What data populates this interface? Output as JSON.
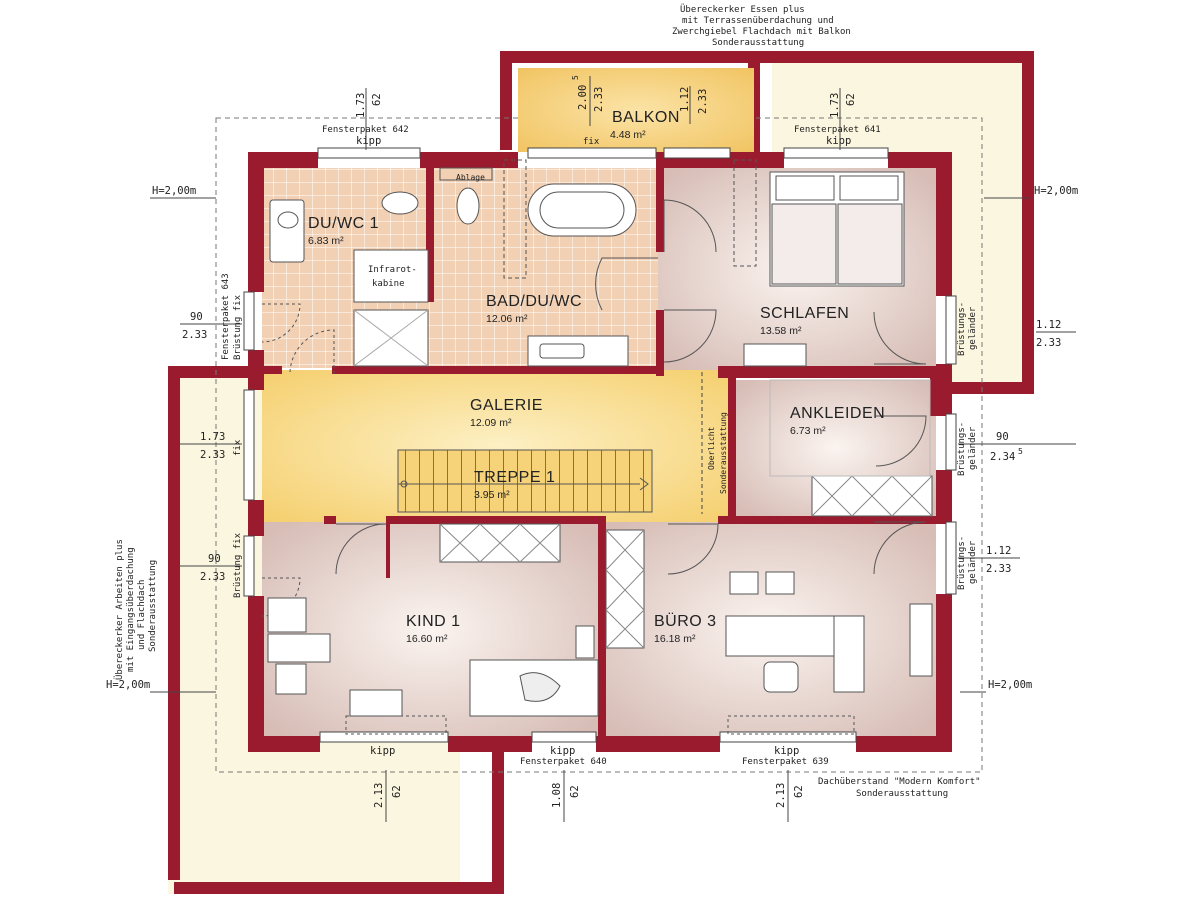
{
  "rooms": {
    "duwc": {
      "name": "DU/WC 1",
      "area": "6.83 m²"
    },
    "bad": {
      "name": "BAD/DU/WC",
      "area": "12.06 m²"
    },
    "schlafen": {
      "name": "SCHLAFEN",
      "area": "13.58 m²"
    },
    "balkon": {
      "name": "BALKON",
      "area": "4.48 m²"
    },
    "galerie": {
      "name": "GALERIE",
      "area": "12.09 m²"
    },
    "treppe": {
      "name": "TREPPE 1",
      "area": "3.95 m²"
    },
    "ankleiden": {
      "name": "ANKLEIDEN",
      "area": "6.73 m²"
    },
    "kind": {
      "name": "KIND 1",
      "area": "16.60 m²"
    },
    "buero": {
      "name": "BÜRO 3",
      "area": "16.18 m²"
    }
  },
  "labels": {
    "infrarot1": "Infrarot-",
    "infrarot2": "kabine",
    "ablage": "Ablage",
    "fix": "fix",
    "kipp": "kipp",
    "fp642": "Fensterpaket 642",
    "fp641": "Fensterpaket 641",
    "fp643a": "Fensterpaket 643",
    "fp643b": "Brüstung fix",
    "fp640": "Fensterpaket 640",
    "fp639": "Fensterpaket 639",
    "brust_fix": "Brüstung fix",
    "brust1": "Brüstungs-",
    "brust2": "geländer",
    "oberlicht1": "Oberlicht",
    "oberlicht2": "Sonderausstattung",
    "h200": "H=2,00m",
    "top_note": [
      "Übereckerker Essen plus",
      "mit Terrassenüberdachung und",
      "Zwerchgiebel Flachdach mit Balkon",
      "Sonderausstattung"
    ],
    "left_note": [
      "Übereckerker Arbeiten plus",
      "mit Eingangsüberdachung",
      "und Flachdach",
      "Sonderausstattung"
    ],
    "br_note": [
      "Dachüberstand \"Modern Komfort\"",
      "Sonderausstattung"
    ]
  },
  "dims": {
    "d173": "1.73",
    "d62": "62",
    "d2005": "2.00",
    "d5": "5",
    "d233": "2.33",
    "d112": "1.12",
    "d90": "90",
    "d2345": "2.34",
    "d213": "2.13",
    "d108": "1.08"
  },
  "colors": {
    "wall": "#9b1b2e",
    "tile": "#f2cfb1",
    "floor_light": "#f6ece6",
    "floor_mid": "#dcc3bd",
    "galerie": "#f8d880",
    "outside": "#fbf6df",
    "balkon": "#f6cf72"
  }
}
